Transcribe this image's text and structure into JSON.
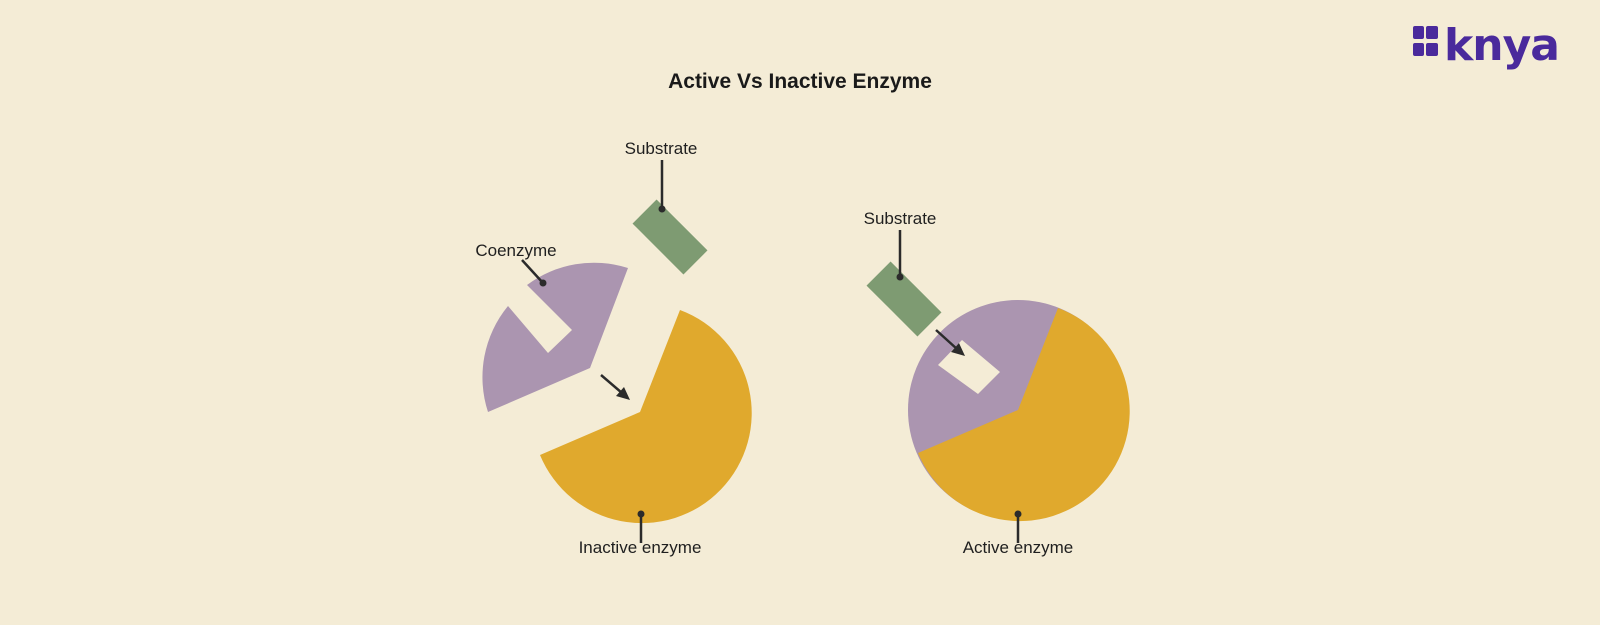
{
  "title": "Active Vs Inactive Enzyme",
  "brand": {
    "logo_text": "knya",
    "color": "#4a2a9c"
  },
  "colors": {
    "background": "#f4ecd6",
    "enzyme": "#e0a92d",
    "coenzyme": "#ab95b0",
    "substrate": "#7e9b72",
    "line": "#2b2b2b"
  },
  "inactive": {
    "substrate_label": "Substrate",
    "coenzyme_label": "Coenzyme",
    "enzyme_label": "Inactive enzyme"
  },
  "active": {
    "substrate_label": "Substrate",
    "enzyme_label": "Active enzyme"
  }
}
